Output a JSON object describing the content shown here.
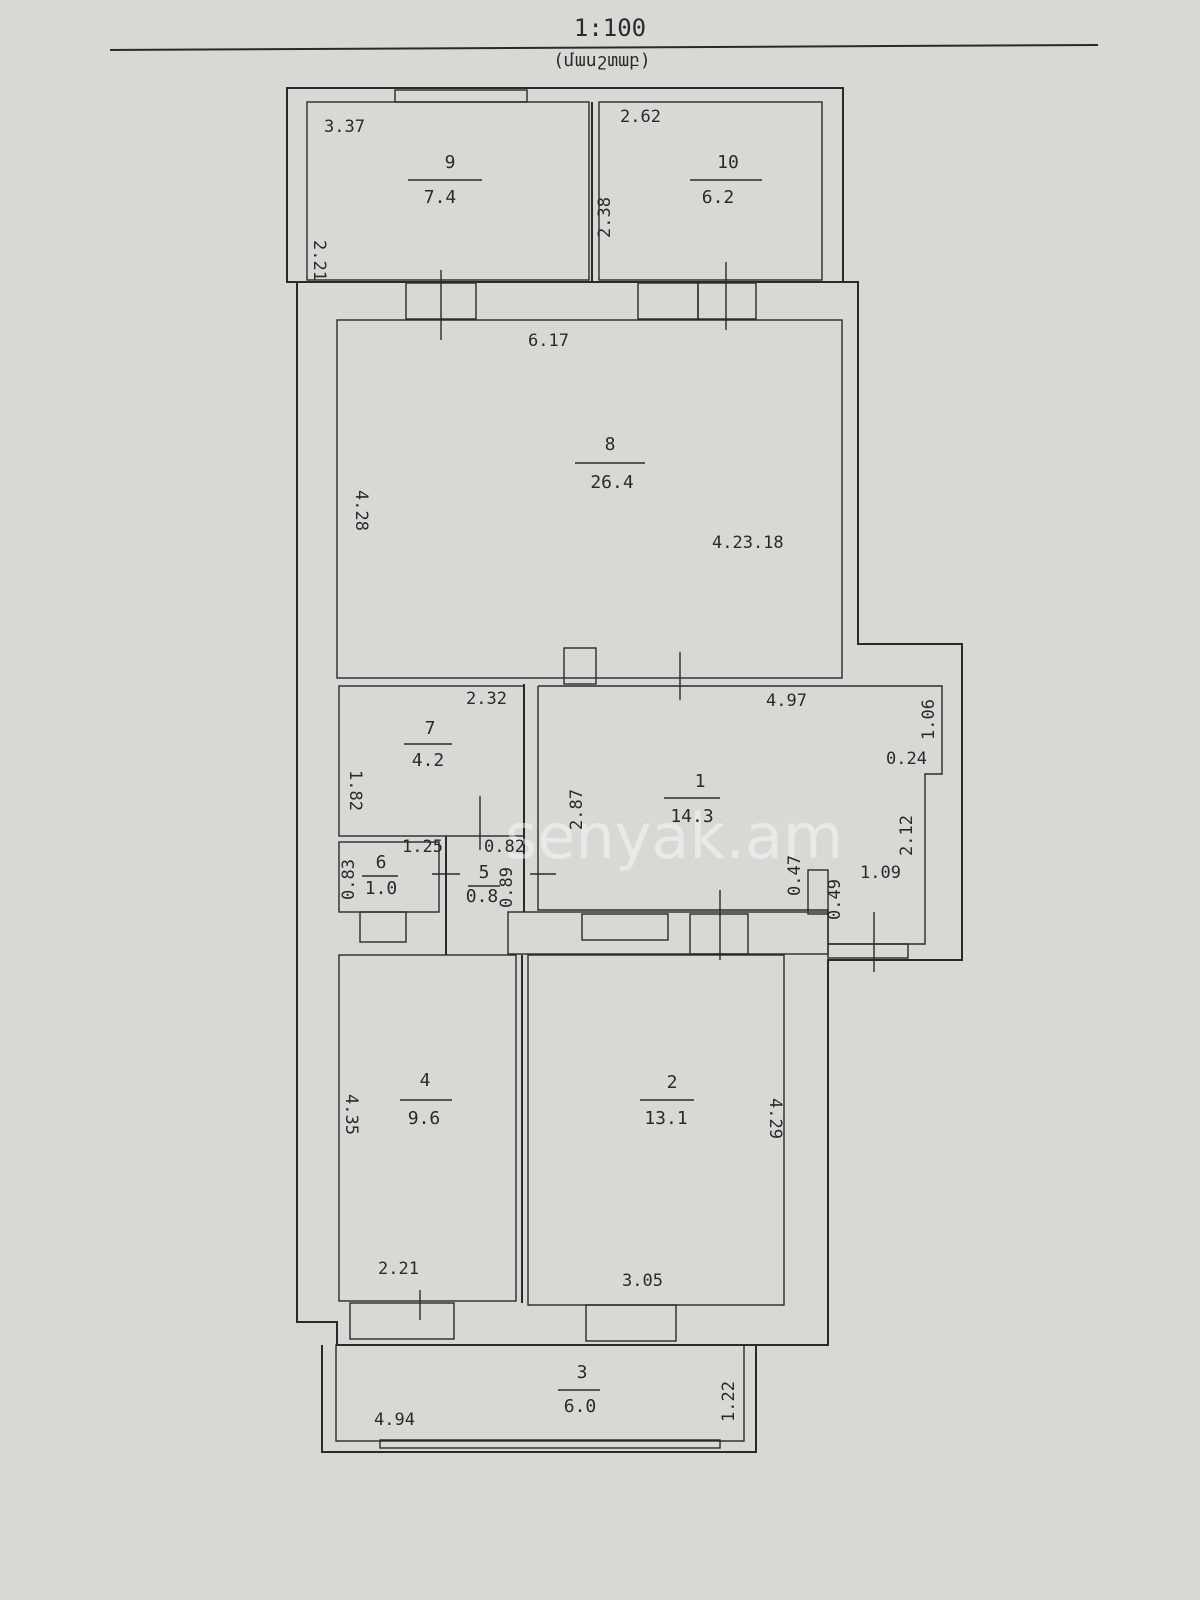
{
  "scale": "1:100",
  "scale_caption": "(մասշտաբ)",
  "watermark": "senyak.am",
  "colors": {
    "paper": "#d8d9d4",
    "ink": "#2a2a2a"
  },
  "rooms": [
    {
      "id": "1",
      "area": "14.3"
    },
    {
      "id": "2",
      "area": "13.1"
    },
    {
      "id": "3",
      "area": "6.0"
    },
    {
      "id": "4",
      "area": "9.6"
    },
    {
      "id": "5",
      "area": "0.8"
    },
    {
      "id": "6",
      "area": "1.0"
    },
    {
      "id": "7",
      "area": "4.2"
    },
    {
      "id": "8",
      "area": "26.4"
    },
    {
      "id": "9",
      "area": "7.4"
    },
    {
      "id": "10",
      "area": "6.2"
    }
  ],
  "dimensions": {
    "r9_width": "3.37",
    "r9_height": "2.21",
    "r10_width": "2.62",
    "r10_height": "2.38",
    "r8_width": "6.17",
    "r8_height": "4.28",
    "r8_right": "4.23.18",
    "r7_width": "2.32",
    "r7_height": "1.82",
    "r1_width": "4.97",
    "r1_height": "2.87",
    "r1_d1": "1.06",
    "r1_d2": "0.24",
    "r1_d3": "2.12",
    "r1_d4": "1.09",
    "r1_d5": "0.47",
    "r1_d6": "0.49",
    "r6_width": "1.25",
    "r6_height": "0.83",
    "r5_width": "0.82",
    "r5_height": "0.89",
    "r4_height": "4.35",
    "r4_width": "2.21",
    "r2_height": "4.29",
    "r2_width": "3.05",
    "r3_width": "4.94",
    "r3_height": "1.22"
  }
}
